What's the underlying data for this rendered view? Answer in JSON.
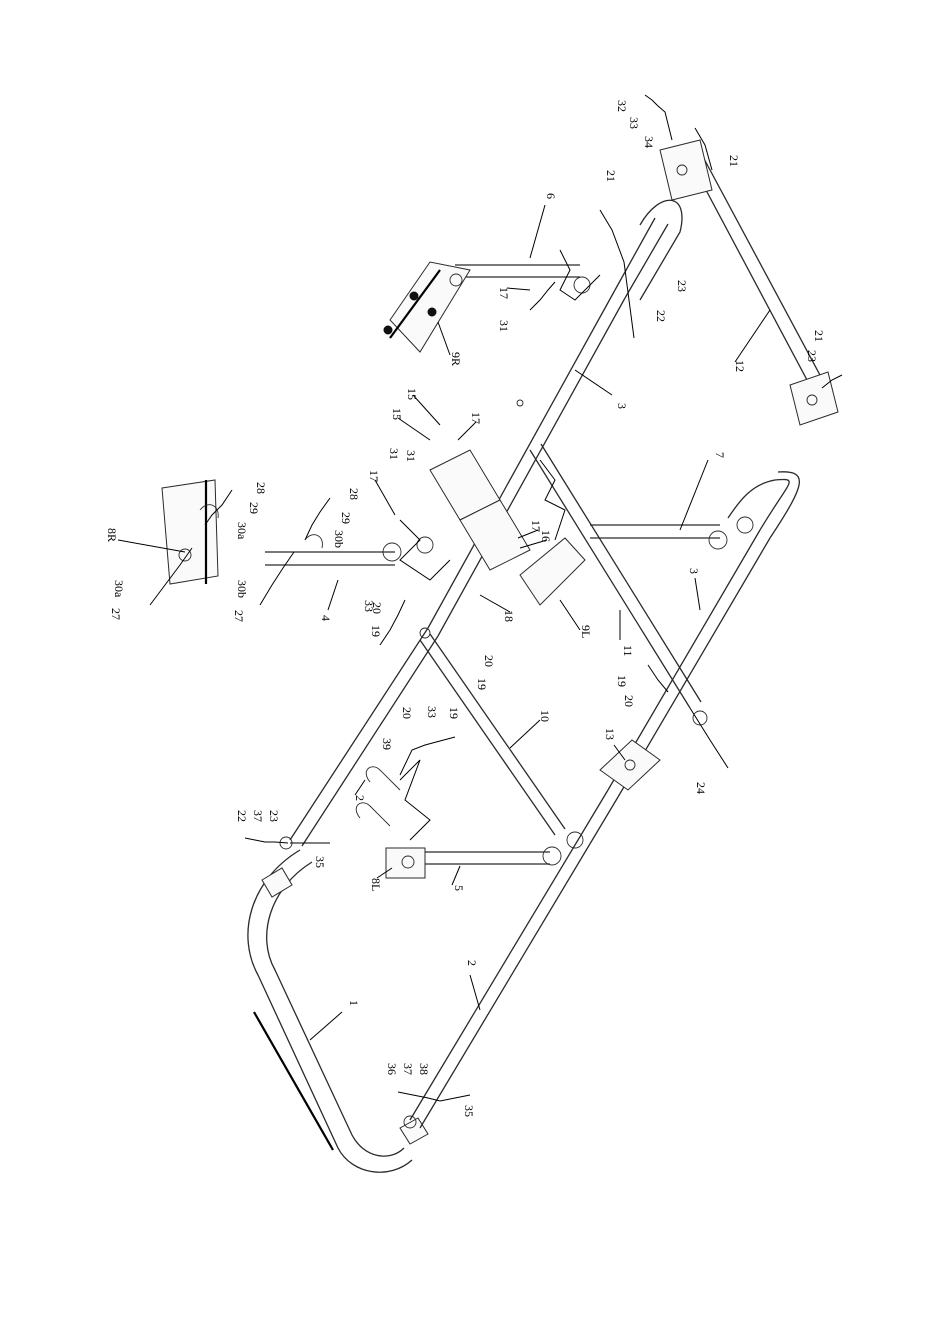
{
  "diagram": {
    "labels": {
      "l1": "1",
      "l2a": "2",
      "l2b": "2",
      "l3a": "3",
      "l3b": "3",
      "l4": "4",
      "l5": "5",
      "l6": "6",
      "l7": "7",
      "l8L": "8L",
      "l8R": "8R",
      "l9L": "9L",
      "l9R": "9R",
      "l10": "10",
      "l11": "11",
      "l12": "12",
      "l13": "13",
      "l15a": "15",
      "l15b": "15",
      "l16": "16",
      "l17a": "17",
      "l17b": "17",
      "l17c": "17",
      "l17d": "17",
      "l18": "18",
      "l19a": "19",
      "l19b": "19",
      "l19c": "19",
      "l19d": "19",
      "l20a": "20",
      "l20b": "20",
      "l20c": "20",
      "l20d": "20",
      "l21a": "21",
      "l21b": "21",
      "l21c": "21",
      "l22a": "22",
      "l22b": "22",
      "l23a": "23",
      "l23b": "23",
      "l23c": "23",
      "l24": "24",
      "l27a": "27",
      "l27b": "27",
      "l28a": "28",
      "l28b": "28",
      "l29a": "29",
      "l29b": "29",
      "l30a1": "30a",
      "l30a2": "30a",
      "l30b1": "30b",
      "l30b2": "30b",
      "l31a": "31",
      "l31b": "31",
      "l31c": "31",
      "l32": "32",
      "l33a": "33",
      "l33b": "33",
      "l33c": "33",
      "l34": "34",
      "l35a": "35",
      "l35b": "35",
      "l36": "36",
      "l37a": "37",
      "l37b": "37",
      "l38": "38",
      "l39": "39"
    }
  }
}
